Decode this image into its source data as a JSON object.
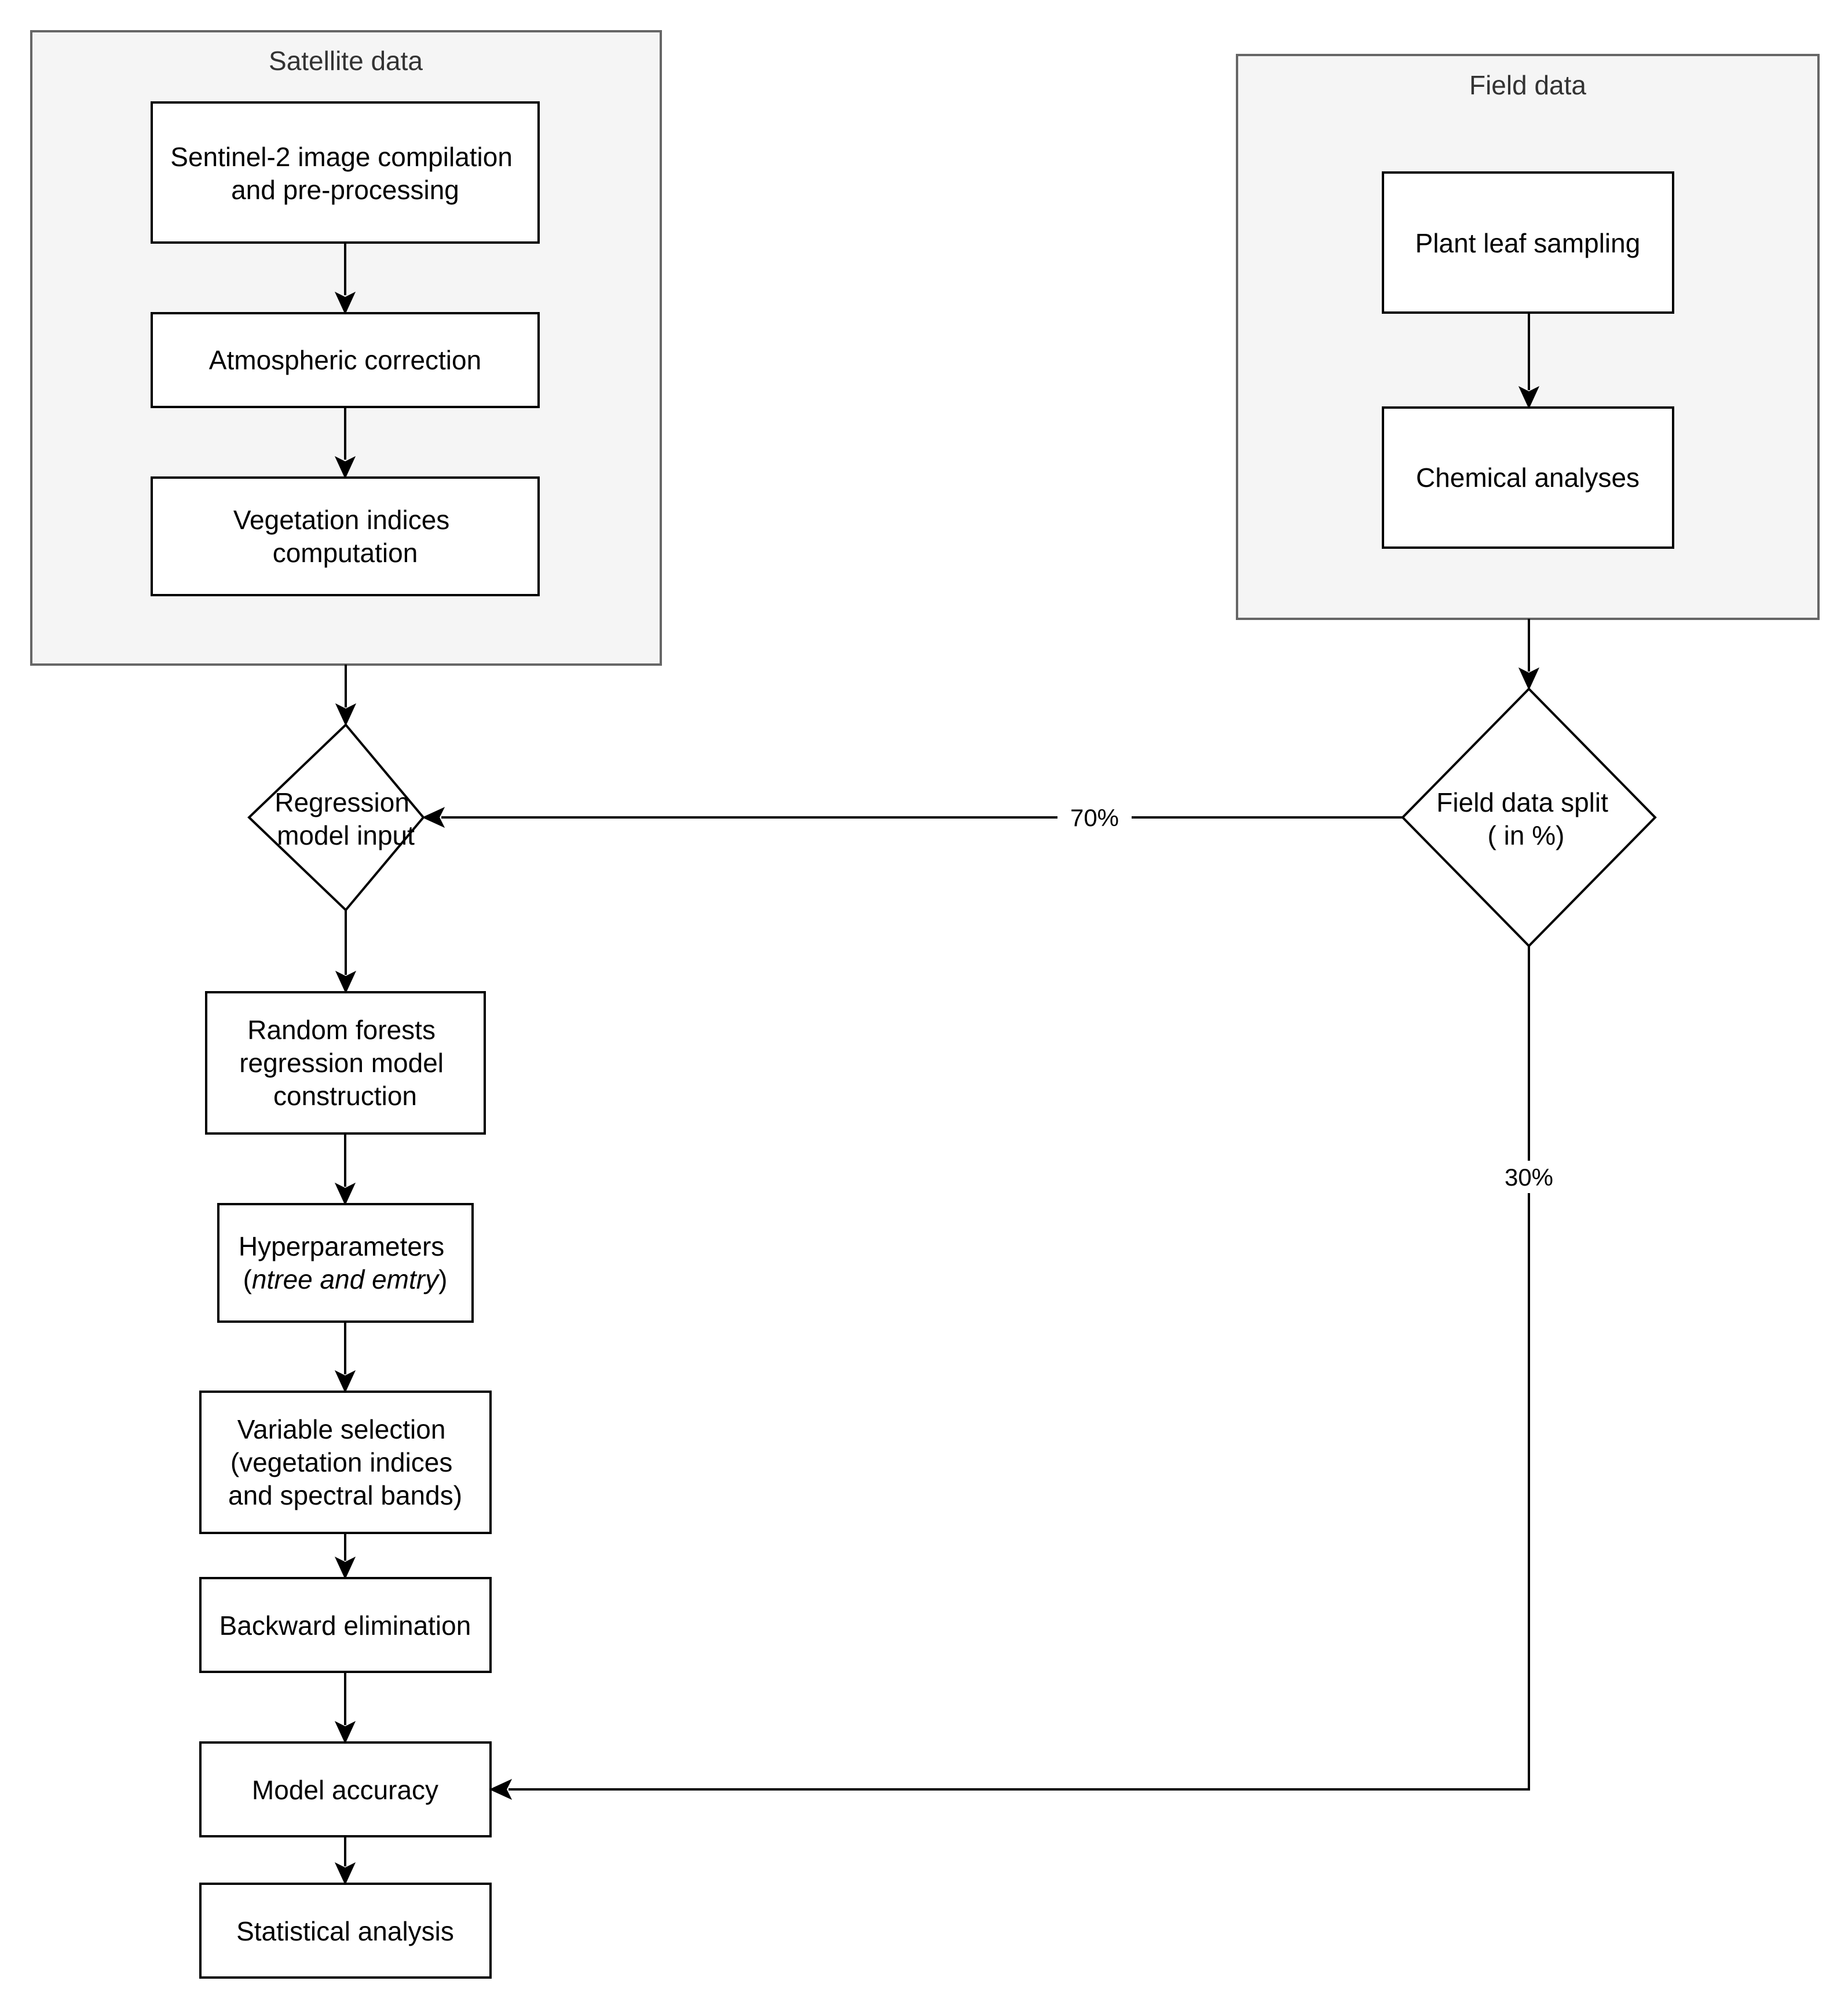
{
  "groups": {
    "satellite": {
      "title": "Satellite data"
    },
    "field": {
      "title": "Field data"
    }
  },
  "nodes": {
    "sentinel": {
      "lines": [
        "Sentinel-2 image compilation",
        "and pre-processing"
      ]
    },
    "atmos": {
      "lines": [
        "Atmospheric correction"
      ]
    },
    "vegidx": {
      "lines": [
        "Vegetation indices",
        "computation"
      ]
    },
    "plant": {
      "lines": [
        "Plant leaf sampling"
      ]
    },
    "chem": {
      "lines": [
        "Chemical analyses"
      ]
    },
    "regression": {
      "lines": [
        "Regression",
        "model input"
      ]
    },
    "split": {
      "lines": [
        "Field data split",
        "( in %)"
      ]
    },
    "rf": {
      "lines": [
        "Random forests",
        "regression model",
        "construction"
      ]
    },
    "hyper": {
      "line1": "Hyperparameters",
      "line2_open": "(",
      "line2_italic": "ntree and emtry",
      "line2_close": ")"
    },
    "varsel": {
      "lines": [
        "Variable selection",
        "(vegetation indices",
        "and spectral bands)"
      ]
    },
    "backward": {
      "lines": [
        "Backward elimination"
      ]
    },
    "accuracy": {
      "lines": [
        "Model accuracy"
      ]
    },
    "stats": {
      "lines": [
        "Statistical analysis"
      ]
    }
  },
  "edges": {
    "split_to_regression": {
      "label": "70%"
    },
    "split_to_accuracy": {
      "label": "30%"
    }
  },
  "colors": {
    "group_fill": "#f5f5f5",
    "group_stroke": "#666666",
    "node_fill": "#ffffff",
    "stroke": "#000000"
  }
}
